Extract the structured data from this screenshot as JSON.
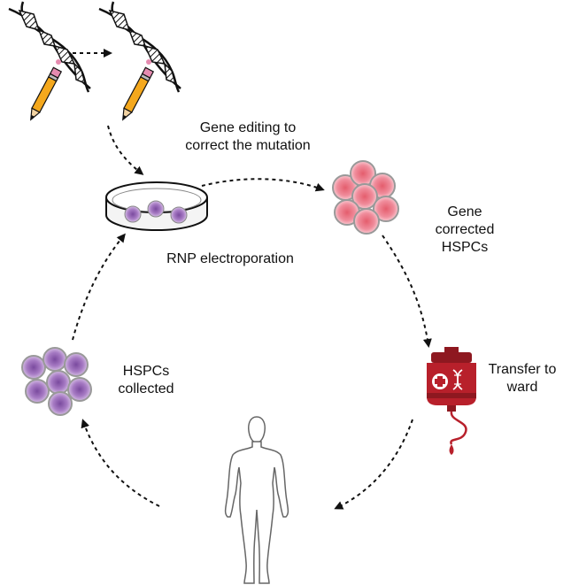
{
  "labels": {
    "gene_editing": [
      "Gene editing to",
      "correct the mutation"
    ],
    "rnp": [
      "RNP electroporation"
    ],
    "gene_corrected": [
      "Gene",
      "corrected",
      "HSPCs"
    ],
    "transfer": [
      "Transfer to",
      "ward"
    ],
    "collected": [
      "HSPCs",
      "collected"
    ]
  },
  "colors": {
    "stroke": "#111111",
    "cell_purple": "#a77bc4",
    "cell_purple_center": "#6f3e93",
    "cell_pink": "#f0a6b3",
    "cell_pink_center": "#e2606f",
    "bag_red": "#b8202b",
    "pencil_yellow": "#f4a81d",
    "pencil_pink": "#e58bb0"
  },
  "icons": {
    "dna": "dna-helix-icon",
    "pencil": "pencil-icon",
    "dish": "petri-dish-icon",
    "cells": "cell-cluster-icon",
    "bag": "blood-bag-icon",
    "person": "human-figure-icon"
  }
}
